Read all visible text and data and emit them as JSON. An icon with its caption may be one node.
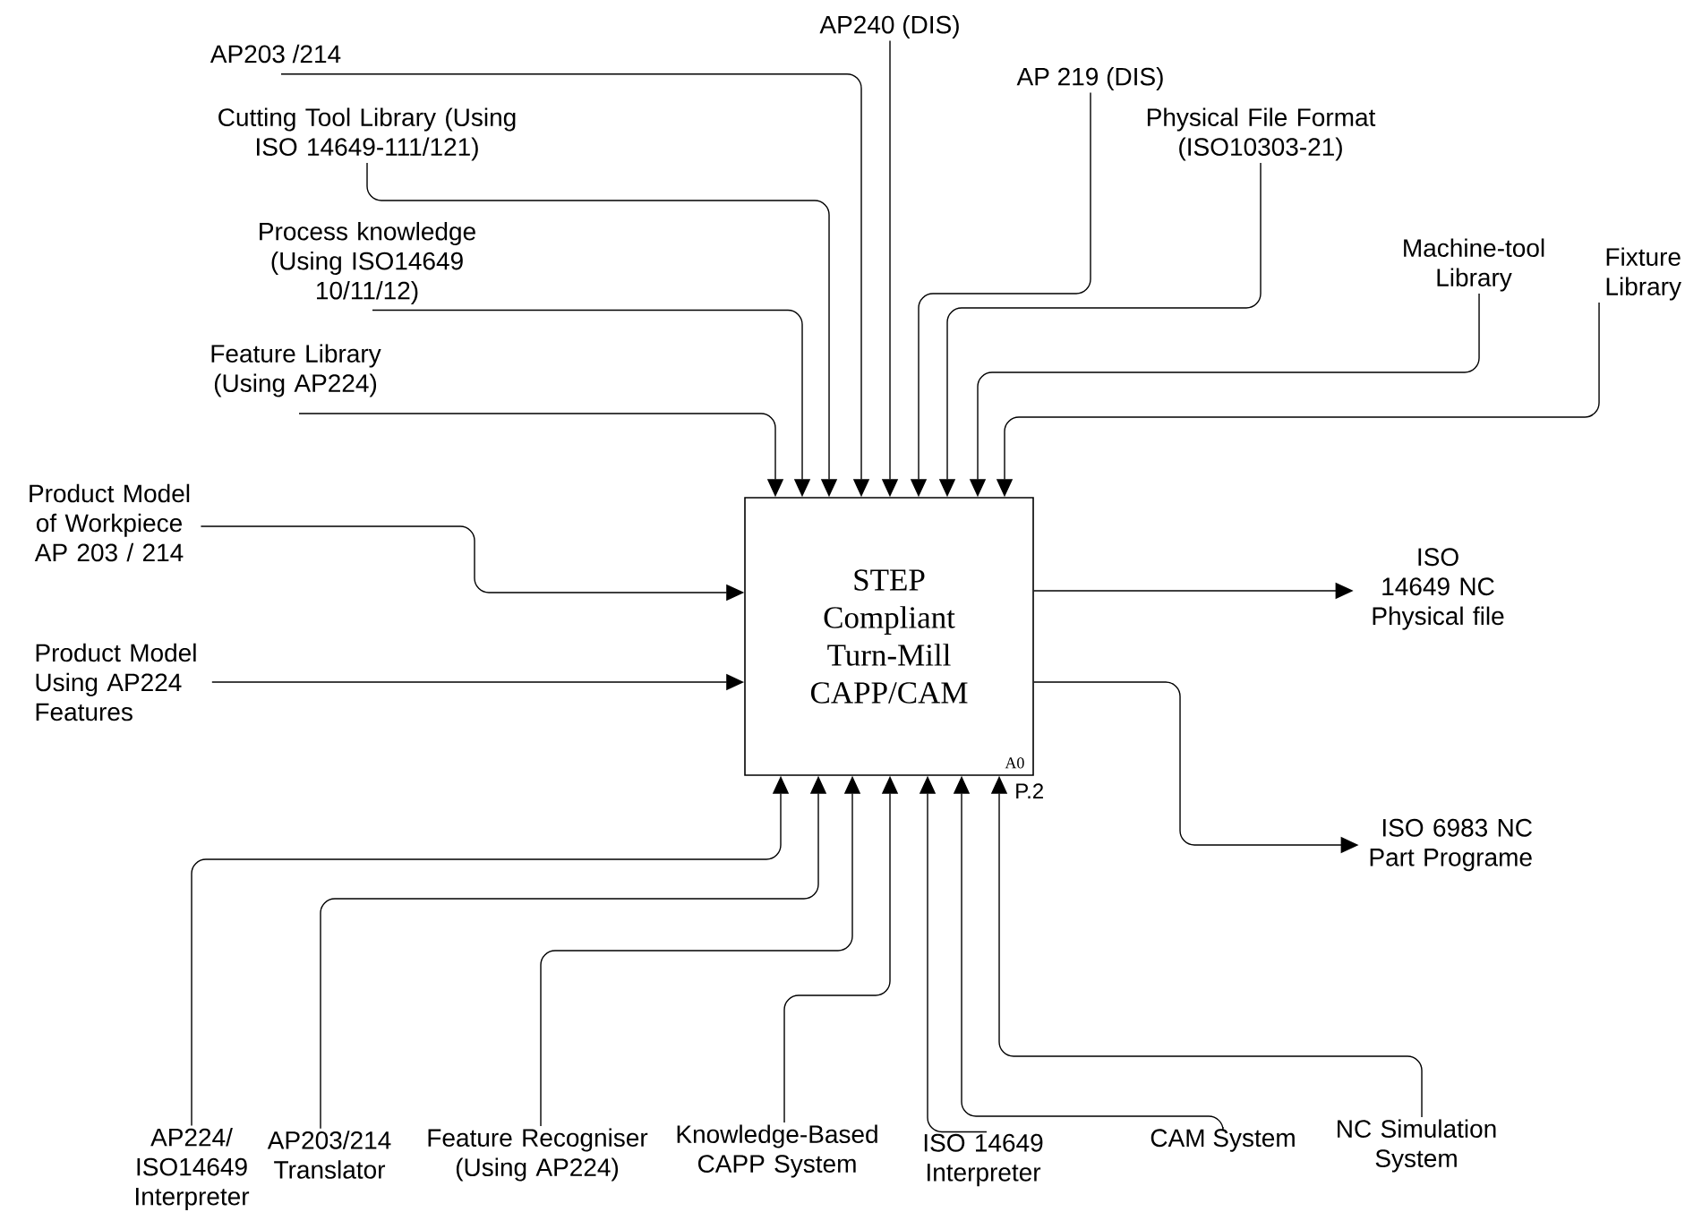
{
  "diagram": {
    "nodes": [
      {
        "text": [
          "STEP Compliant Turn-Mill CAPP/CAM",
          "A0"
        ],
        "beside": [
          "P.2"
        ]
      },
      {
        "text": [
          "AP203 /214"
        ]
      },
      {
        "text": [
          "Cutting Tool Library (Using ISO 14649-111/121)"
        ]
      },
      {
        "text": [
          "Process knowledge (Using ISO14649 10/11/12)"
        ]
      },
      {
        "text": [
          "Feature Library (Using AP224)"
        ]
      },
      {
        "text": [
          "AP240 (DIS)"
        ]
      },
      {
        "text": [
          "AP 219 (DIS)"
        ]
      },
      {
        "text": [
          "Physical File Format (ISO10303-21)"
        ]
      },
      {
        "text": [
          "Machine-tool Library"
        ]
      },
      {
        "text": [
          "Fixture Library"
        ]
      },
      {
        "text": [
          "Product Model of Workpiece AP 203 / 214"
        ]
      },
      {
        "text": [
          "Product Model Using AP224 Features"
        ]
      },
      {
        "text": [
          "ISO 14649 NC Physical file"
        ]
      },
      {
        "text": [
          "ISO 6983 NC Part Programe"
        ]
      },
      {
        "text": [
          "AP224/ ISO14649 Interpreter"
        ]
      },
      {
        "text": [
          "AP203/214 Translator"
        ]
      },
      {
        "text": [
          "Feature Recogniser (Using AP224)"
        ]
      },
      {
        "text": [
          "Knowledge-Based CAPP System"
        ]
      },
      {
        "text": [
          "ISO 14649 Interpreter"
        ]
      },
      {
        "text": [
          "CAM System"
        ]
      },
      {
        "text": [
          "NC Simulation System"
        ]
      }
    ],
    "edges": [
      {
        "from": 1,
        "to": 0,
        "arrow": "to"
      },
      {
        "from": 2,
        "to": 0,
        "arrow": "to"
      },
      {
        "from": 3,
        "to": 0,
        "arrow": "to"
      },
      {
        "from": 4,
        "to": 0,
        "arrow": "to"
      },
      {
        "from": 5,
        "to": 0,
        "arrow": "to"
      },
      {
        "from": 6,
        "to": 0,
        "arrow": "to"
      },
      {
        "from": 7,
        "to": 0,
        "arrow": "to"
      },
      {
        "from": 8,
        "to": 0,
        "arrow": "to"
      },
      {
        "from": 9,
        "to": 0,
        "arrow": "to"
      },
      {
        "from": 10,
        "to": 0,
        "arrow": "to"
      },
      {
        "from": 11,
        "to": 0,
        "arrow": "to"
      },
      {
        "from": 0,
        "to": 12,
        "arrow": "to"
      },
      {
        "from": 0,
        "to": 13,
        "arrow": "to"
      },
      {
        "from": 14,
        "to": 0,
        "arrow": "to"
      },
      {
        "from": 15,
        "to": 0,
        "arrow": "to"
      },
      {
        "from": 16,
        "to": 0,
        "arrow": "to"
      },
      {
        "from": 17,
        "to": 0,
        "arrow": "to"
      },
      {
        "from": 18,
        "to": 0,
        "arrow": "to"
      },
      {
        "from": 19,
        "to": 0,
        "arrow": "to"
      },
      {
        "from": 20,
        "to": 0,
        "arrow": "to"
      }
    ]
  }
}
